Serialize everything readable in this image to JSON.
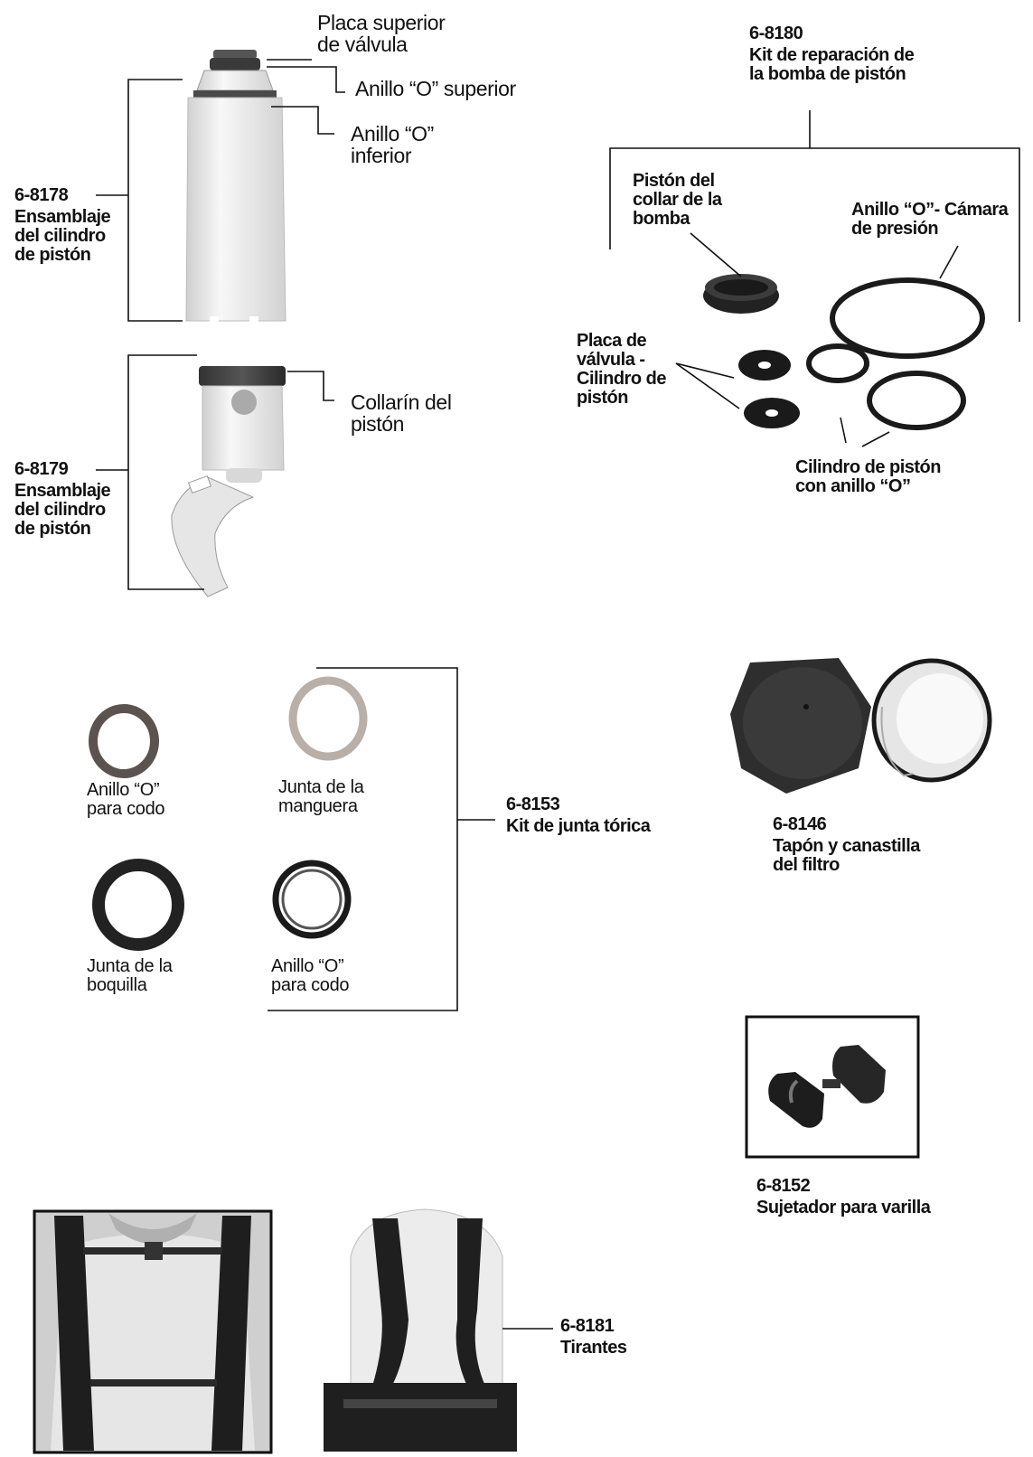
{
  "labels": {
    "placa_superior": "Placa superior\nde válvula",
    "anillo_superior": "Anillo “O” superior",
    "anillo_inferior": "Anillo “O”\ninferior",
    "p8178_code": "6-8178",
    "p8178_desc": "Ensamblaje\ndel cilindro\nde pistón",
    "collarin": "Collarín del\npistón",
    "p8179_code": "6-8179",
    "p8179_desc": "Ensamblaje\ndel cilindro\nde pistón",
    "p8180_code": "6-8180",
    "p8180_desc": "Kit de reparación de\nla bomba de pistón",
    "piston_collar": "Pistón del\ncollar de la\nbomba",
    "anillo_camara": "Anillo “O”- Cámara\nde presión",
    "placa_valvula": "Placa de\nválvula -\nCilindro de\npistón",
    "cilindro_anillo": "Cilindro de pistón\ncon anillo “O”",
    "anillo_codo_1": "Anillo “O”\npara codo",
    "junta_manguera": "Junta de la\nmanguera",
    "p8153_code": "6-8153",
    "p8153_desc": "Kit de junta tórica",
    "junta_boquilla": "Junta de la\nboquilla",
    "anillo_codo_2": "Anillo “O”\npara codo",
    "p8146_code": "6-8146",
    "p8146_desc": "Tapón y canastilla\ndel filtro",
    "p8152_code": "6-8152",
    "p8152_desc": "Sujetador para varilla",
    "p8181_code": "6-8181",
    "p8181_desc": "Tirantes"
  },
  "colors": {
    "ink": "#111111",
    "rubber": "#1a1a1a",
    "plastic": "#f1f1f1",
    "seal_brown": "#5a5350",
    "seal_tan": "#b8afa8"
  }
}
